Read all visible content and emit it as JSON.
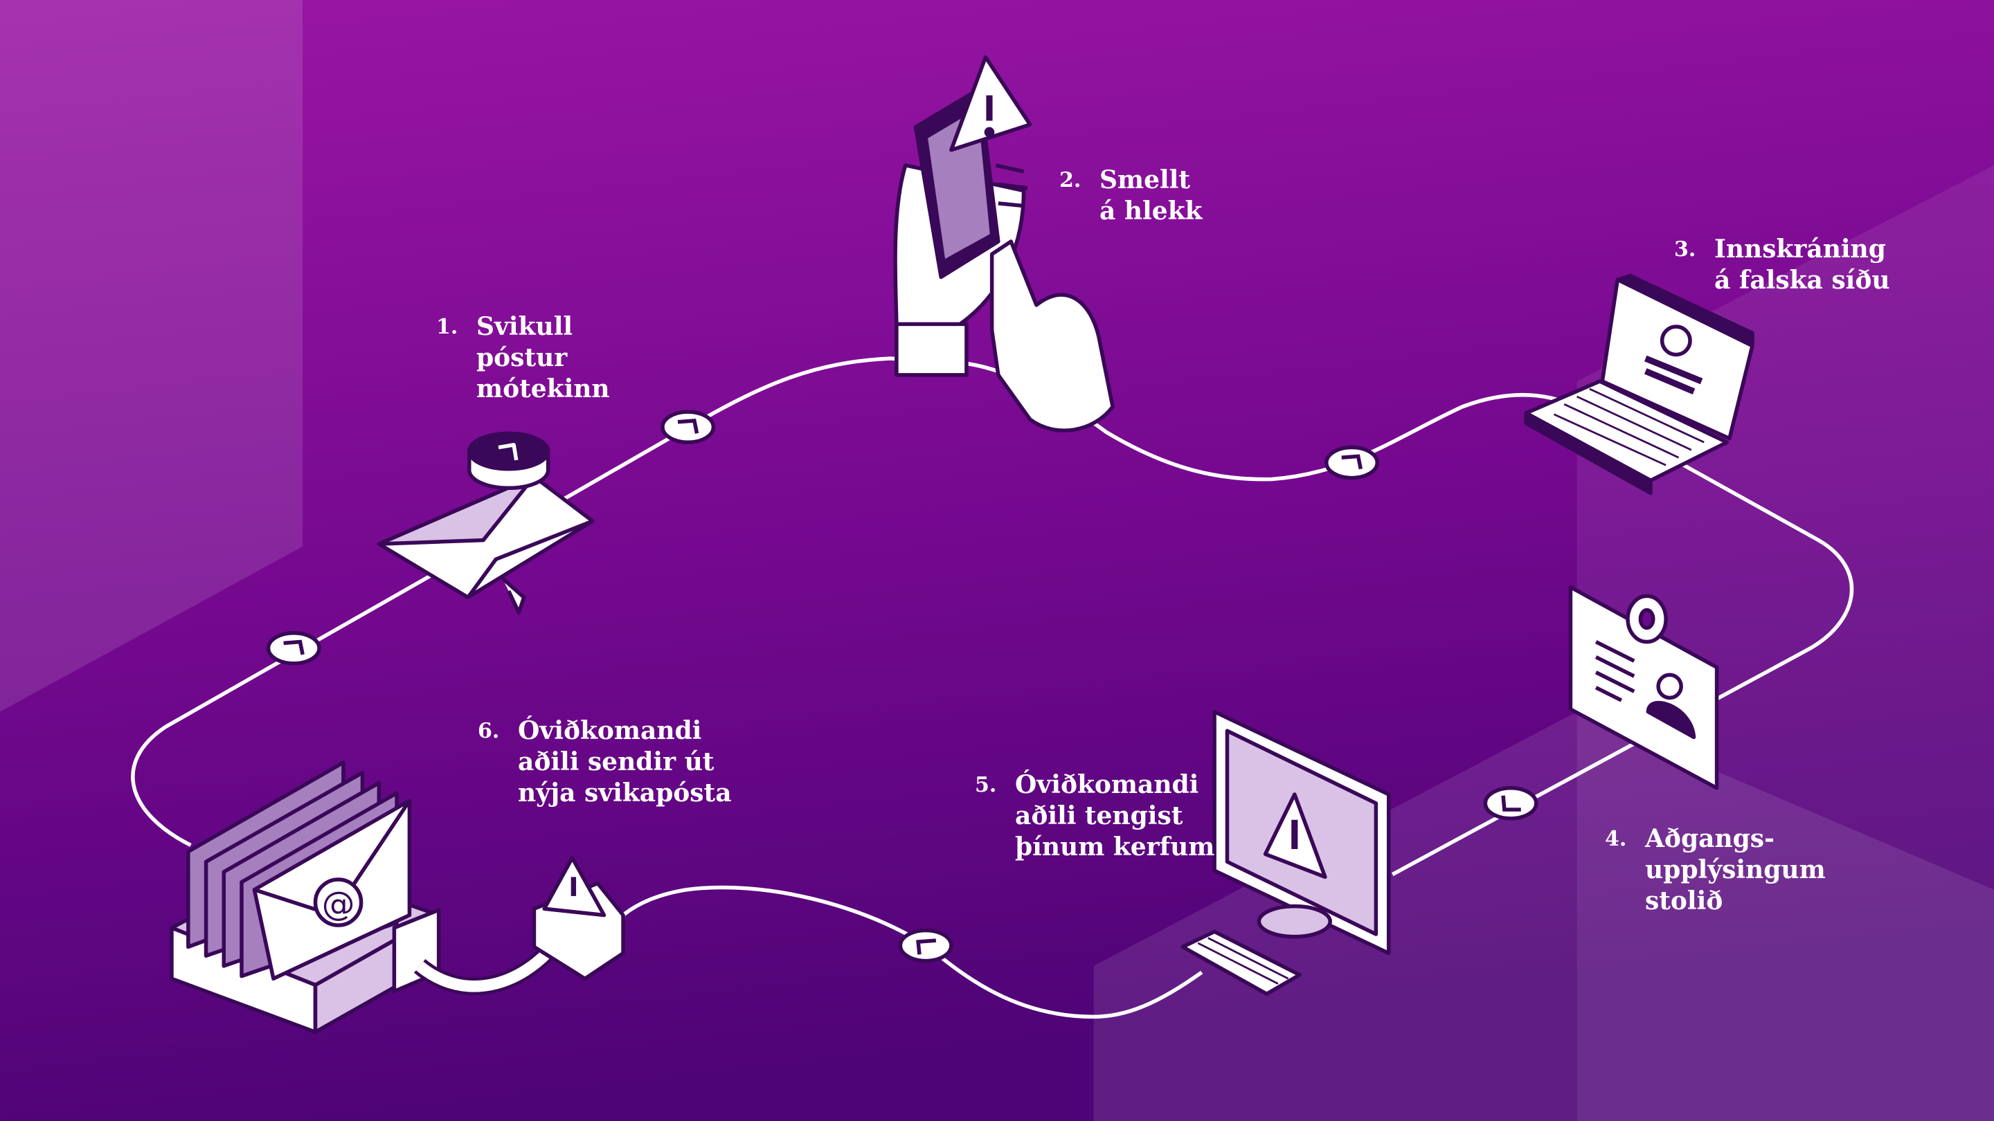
{
  "colors": {
    "bg_top": "#9a1aa6",
    "bg_bottom": "#4d0474",
    "line": "#ffffff",
    "outline": "#3a0858",
    "icon_fill": "#ffffff",
    "icon_tint": "#d9c2e6"
  },
  "steps": [
    {
      "number": "1.",
      "lines": [
        "Svikull",
        "póstur",
        "mótekinn"
      ]
    },
    {
      "number": "2.",
      "lines": [
        "Smellt",
        "á hlekk"
      ]
    },
    {
      "number": "3.",
      "lines": [
        "Innskráning",
        "á falska síðu"
      ]
    },
    {
      "number": "4.",
      "lines": [
        "Aðgangs-",
        "upplýsingum",
        "stolið"
      ]
    },
    {
      "number": "5.",
      "lines": [
        "Óviðkomandi",
        "aðili tengist",
        "þínum kerfum"
      ]
    },
    {
      "number": "6.",
      "lines": [
        "Óviðkomandi",
        "aðili sendir út",
        "nýja svikapósta"
      ]
    }
  ],
  "icons": [
    "envelope-icon",
    "phone-warning-icon",
    "laptop-login-icon",
    "id-badge-icon",
    "monitor-warning-icon",
    "mass-mail-icon"
  ]
}
